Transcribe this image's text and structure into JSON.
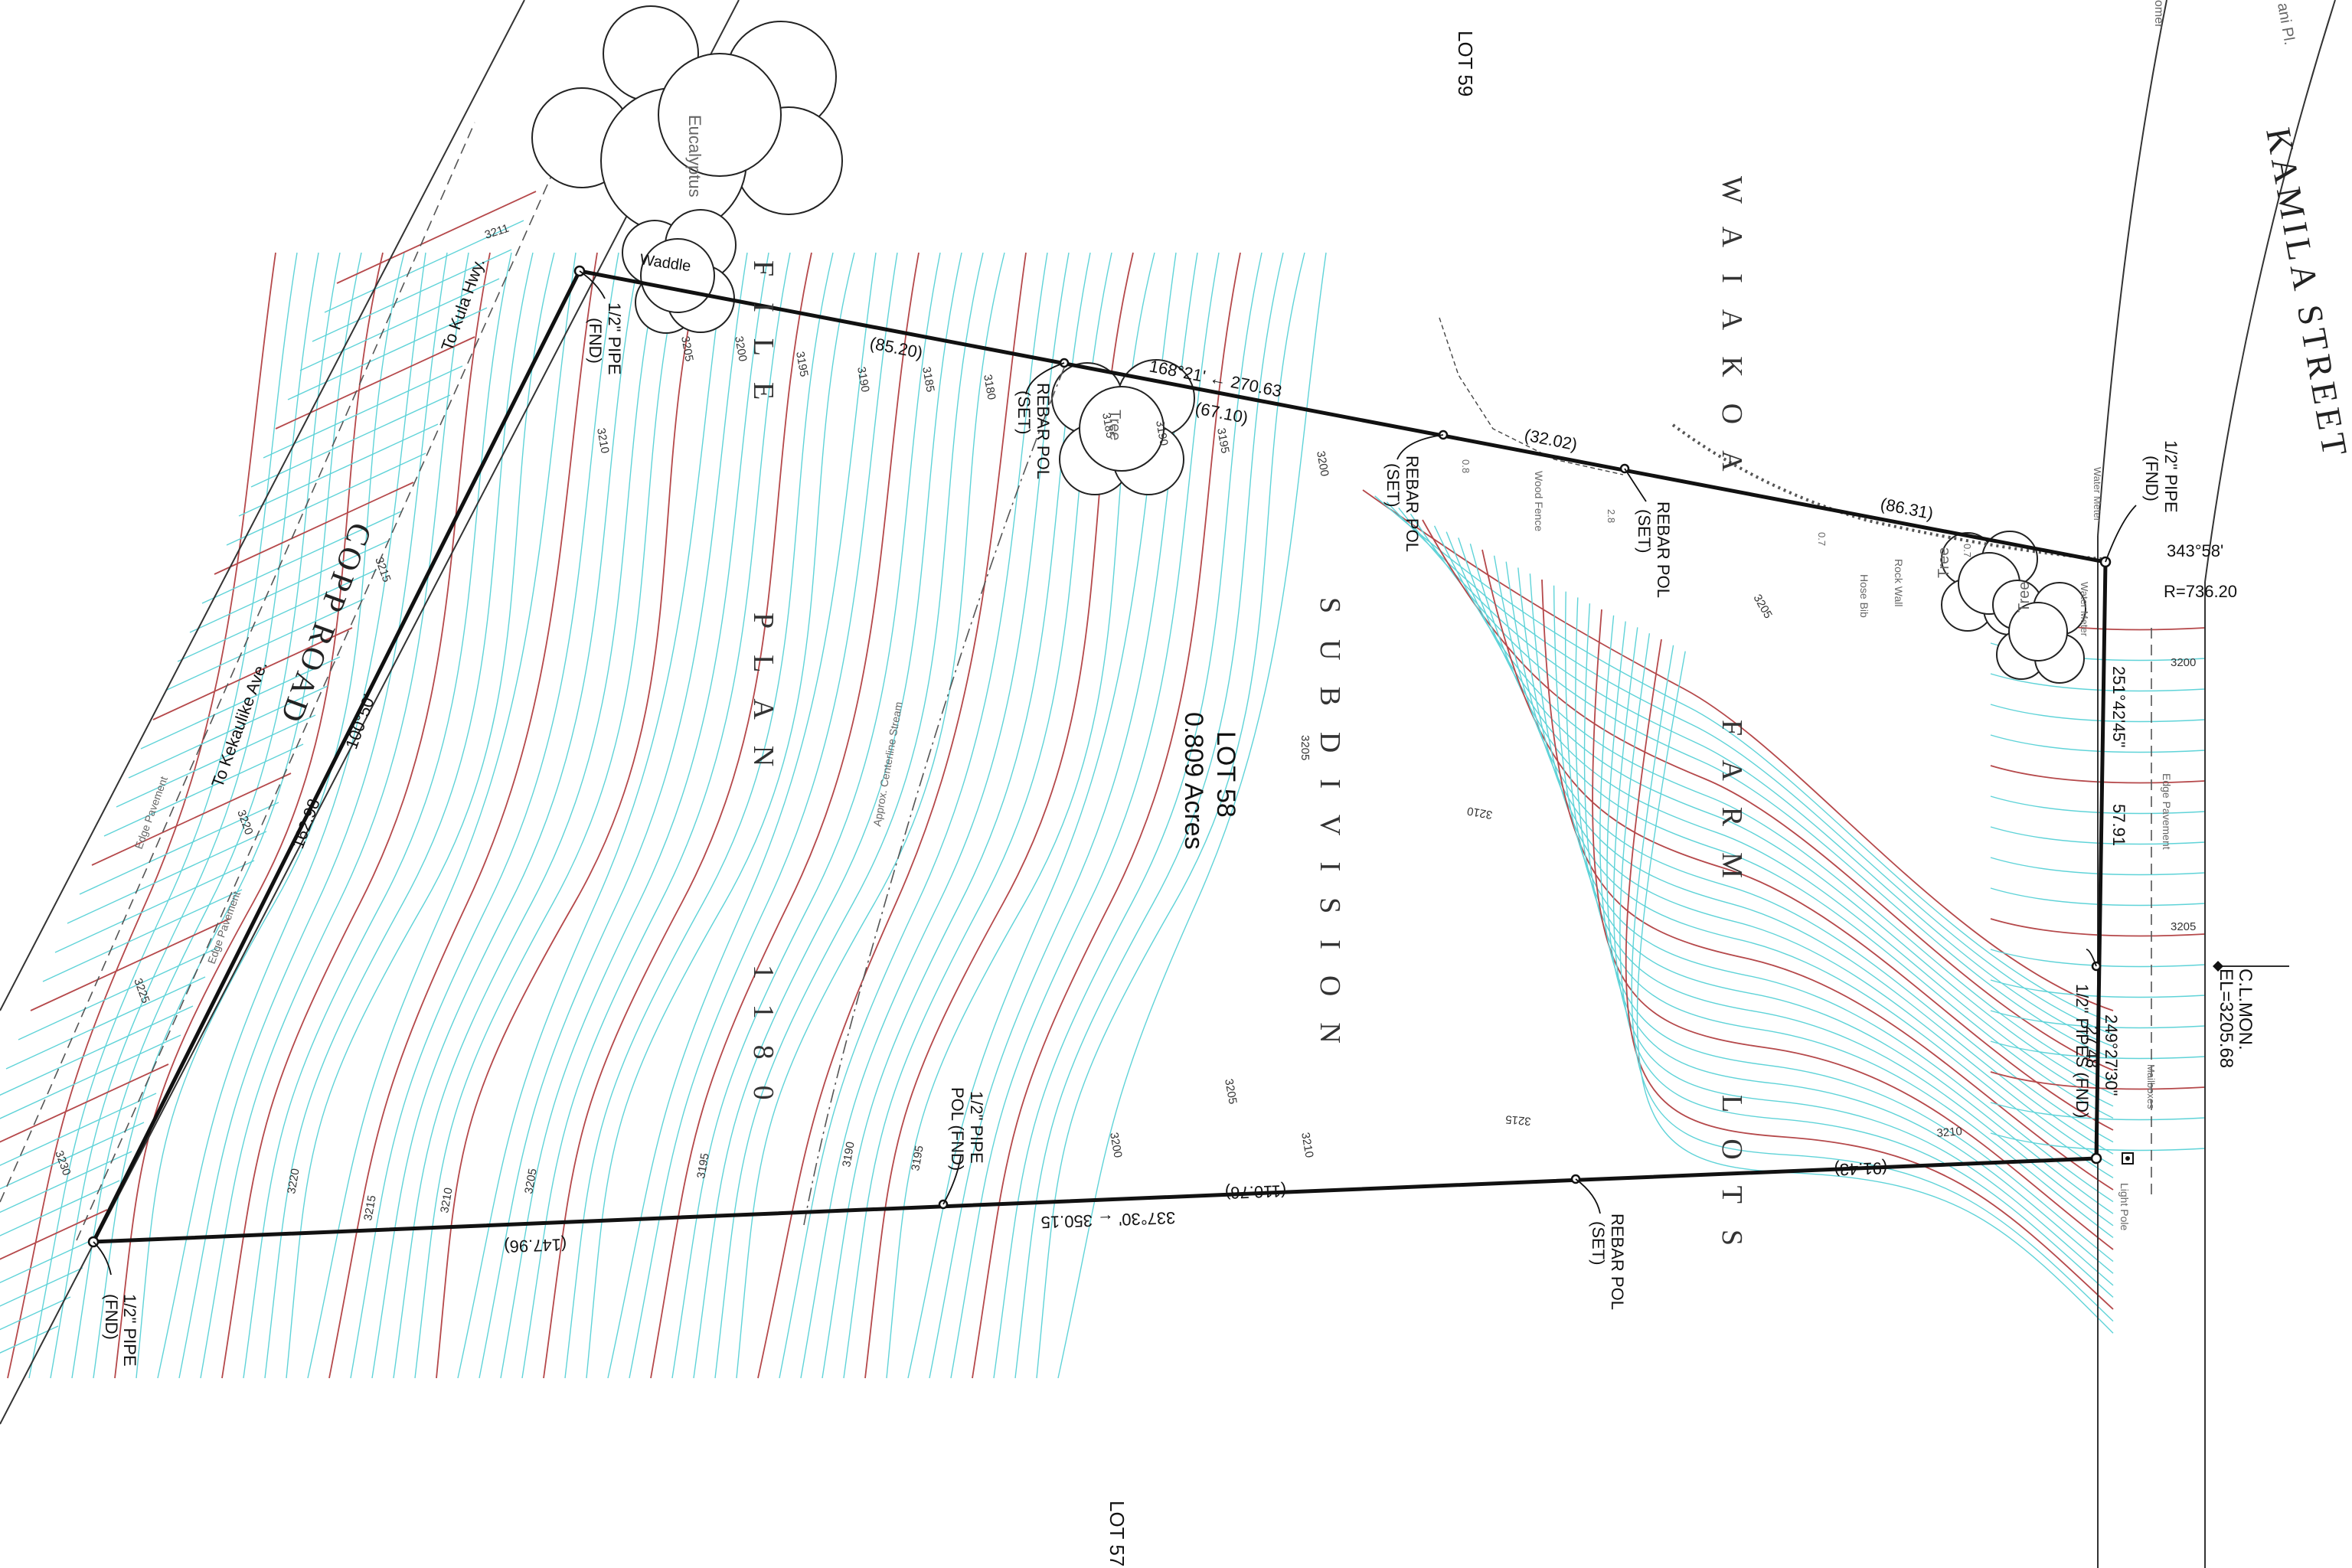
{
  "lots": {
    "lot59": "LOT 59",
    "lot57": "LOT 57",
    "lot58_title": "LOT 58",
    "lot58_area": "0.809 Acres"
  },
  "streets": {
    "kamila": "KAMILA STREET",
    "copp": "COPP ROAD",
    "to_kula": "To Kula Hwy.",
    "to_kekaulike": "To Kekaulike Ave.",
    "corner_top_right": "ani Pl.",
    "corner_top_right2": "omer"
  },
  "subdivision": {
    "word1": "WAIAKOA",
    "word2": "FARM",
    "word3": "LOTS",
    "word4": "SUBDIVISION",
    "word5": "FILE",
    "word6": "PLAN",
    "word7": "1180"
  },
  "courses": {
    "north_bearing_dist": "168°21' ← 270.63",
    "north_seg1": "(85.20)",
    "north_seg2": "(67.10)",
    "north_seg3": "(32.02)",
    "north_seg4": "(86.31)",
    "west_bearing": "100°50'",
    "west_dist": "162.98",
    "east_bearing": "251°42'45\"",
    "east_dist": "57.91",
    "south_bearing_dist": "337°30' ← 350.15",
    "south_seg1": "(147.96)",
    "south_seg2": "(110.76)",
    "south_seg3": "(91.43)",
    "curve_bearing": "343°58'",
    "curve_radius": "R=736.20",
    "se_bearing": "249°27'30\"",
    "se_dist": "27.48"
  },
  "monuments": {
    "pipe_fnd_nw_1": "1/2\" PIPE",
    "pipe_fnd_nw_2": "(FND)",
    "pipe_fnd_sw_1": "1/2\" PIPE",
    "pipe_fnd_sw_2": "(FND)",
    "pipe_fnd_ne_1": "1/2\" PIPE",
    "pipe_fnd_ne_2": "(FND)",
    "rebar_set_a_1": "REBAR POL",
    "rebar_set_a_2": "(SET)",
    "rebar_set_b_1": "REBAR POL",
    "rebar_set_b_2": "(SET)",
    "rebar_set_c_1": "REBAR POL",
    "rebar_set_c_2": "(SET)",
    "rebar_set_d_1": "REBAR POL",
    "rebar_set_d_2": "(SET)",
    "pipe_pol_1": "1/2\" PIPE",
    "pipe_pol_2": "POL (FND)",
    "pipes_fnd_1": "1/2\" PIPES (FND)",
    "cl_mon_1": "C.L.MON.",
    "cl_mon_2": "EL=3205.68"
  },
  "features": {
    "eucalyptus": "Eucalyptus",
    "waddle": "Waddle",
    "tree": "Tree",
    "wood_fence": "Wood Fence",
    "rock_wall": "Rock Wall",
    "hose_bib": "Hose Bib",
    "water_meter": "Water Meter",
    "edge_pavement": "Edge Pavement",
    "stream": "Approx. Centerline Stream",
    "mailboxes": "Mailboxes",
    "light_pole": "Light Pole",
    "wall_h1": "0.8",
    "wall_h2": "2.8",
    "wall_h3": "0.7",
    "wall_h4": "0.7"
  },
  "contour_labels": [
    "3211",
    "3210",
    "3205",
    "3200",
    "3195",
    "3190",
    "3185",
    "3180",
    "3215",
    "3220",
    "3225",
    "3230"
  ],
  "colors": {
    "contour_minor": "#5fd3d8",
    "contour_major": "#b5484a",
    "boundary": "#111111"
  }
}
